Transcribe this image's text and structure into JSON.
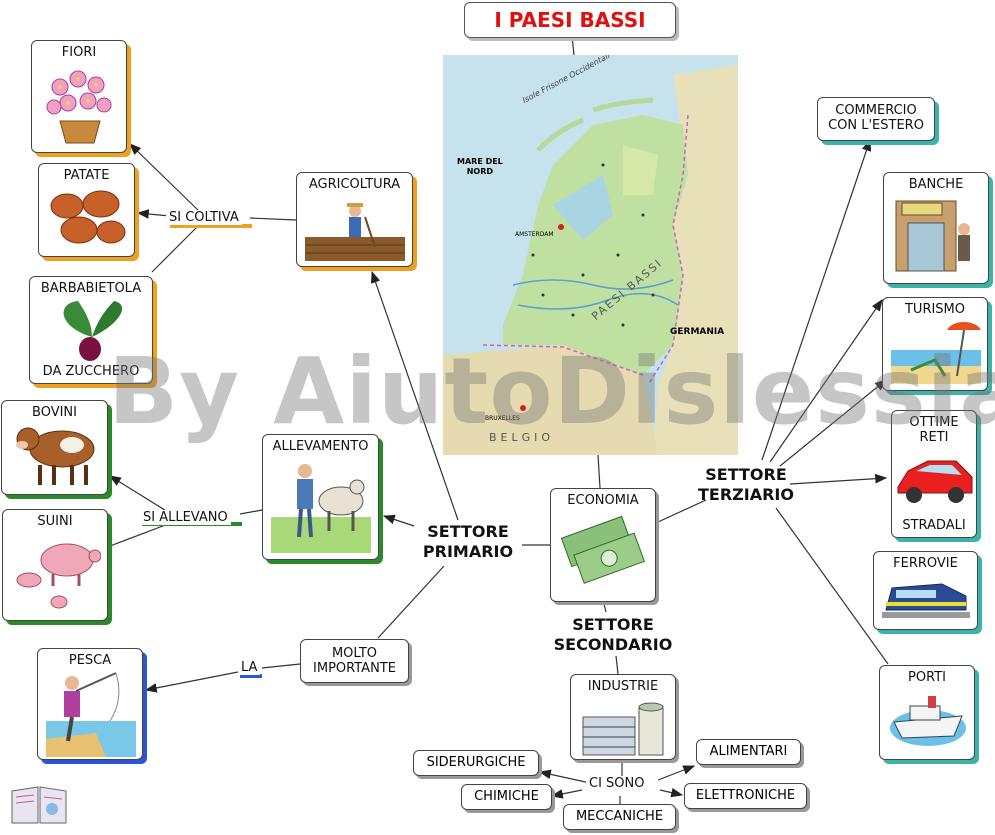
{
  "title": "I PAESI BASSI",
  "map": {
    "labels": {
      "sea": "MARE DEL\nNORD",
      "islands": "Isole Frisone Occidentali",
      "country": "PAESI BASSI",
      "germany": "GERMANIA",
      "belgium": "BELGIO",
      "amsterdam": "AMSTERDAM",
      "bruxelles": "BRUXELLES"
    }
  },
  "center": {
    "economia": "ECONOMIA"
  },
  "sectors": {
    "primario": "SETTORE\nPRIMARIO",
    "secondario": "SETTORE\nSECONDARIO",
    "terziario": "SETTORE\nTERZIARIO"
  },
  "primario": {
    "agricoltura": "AGRICOLTURA",
    "si_coltiva": "SI COLTIVA",
    "fiori": "FIORI",
    "patate": "PATATE",
    "barbabietola_top": "BARBABIETOLA",
    "barbabietola_bottom": "DA ZUCCHERO",
    "allevamento": "ALLEVAMENTO",
    "si_allevano": "SI ALLEVANO",
    "bovini": "BOVINI",
    "suini": "SUINI",
    "molto_importante": "MOLTO\nIMPORTANTE",
    "la": "LA",
    "pesca": "PESCA"
  },
  "secondario": {
    "industrie": "INDUSTRIE",
    "ci_sono": "CI SONO",
    "siderurgiche": "SIDERURGICHE",
    "chimiche": "CHIMICHE",
    "meccaniche": "MECCANICHE",
    "alimentari": "ALIMENTARI",
    "elettroniche": "ELETTRONICHE"
  },
  "terziario": {
    "commercio": "COMMERCIO\nCON L'ESTERO",
    "banche": "BANCHE",
    "turismo": "TURISMO",
    "ottime_top": "OTTIME\nRETI",
    "ottime_bottom": "STRADALI",
    "ferrovie": "FERROVIE",
    "porti": "PORTI"
  },
  "watermark": "By AiutoDislessia.net",
  "colors": {
    "title": "#e01010",
    "primario_agricoltura": "#f0a020",
    "primario_allevamento": "#2a8a2a",
    "primario_pesca": "#2a55d8",
    "terziario": "#3cb3a8"
  }
}
